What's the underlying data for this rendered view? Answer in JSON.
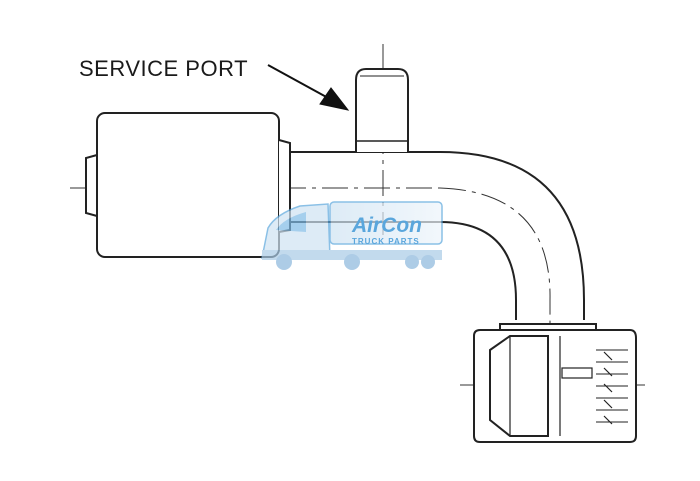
{
  "diagram": {
    "callout_label": "SERVICE PORT"
  },
  "watermark": {
    "brand": "AirCon",
    "tagline": "TRUCK PARTS",
    "color": "#5aa6dc"
  },
  "colors": {
    "line": "#222222",
    "centerline": "#333333",
    "background": "#ffffff"
  }
}
